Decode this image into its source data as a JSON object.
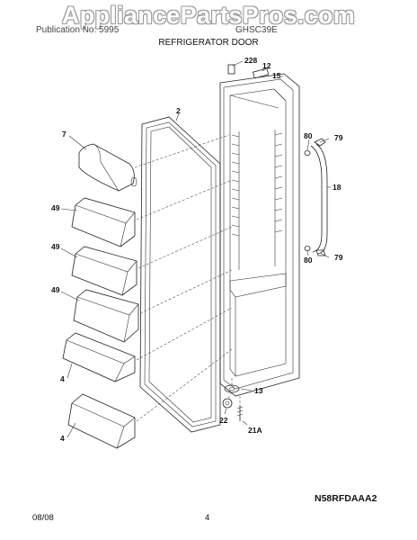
{
  "watermark": "AppliancePartsPros.com",
  "header": {
    "publication": "Publication No: 5995",
    "model": "GHSC39E",
    "section": "REFRIGERATOR DOOR"
  },
  "diagram_code": "N58RFDAAA2",
  "footer": {
    "date": "08/08",
    "page": "4"
  },
  "callouts": {
    "p228": "228",
    "p12": "12",
    "p15": "15",
    "p2": "2",
    "p7": "7",
    "p49a": "49",
    "p49b": "49",
    "p49c": "49",
    "p4a": "4",
    "p4b": "4",
    "p80a": "80",
    "p79a": "79",
    "p18": "18",
    "p80b": "80",
    "p79b": "79",
    "p13": "13",
    "p22": "22",
    "p21a": "21A"
  }
}
